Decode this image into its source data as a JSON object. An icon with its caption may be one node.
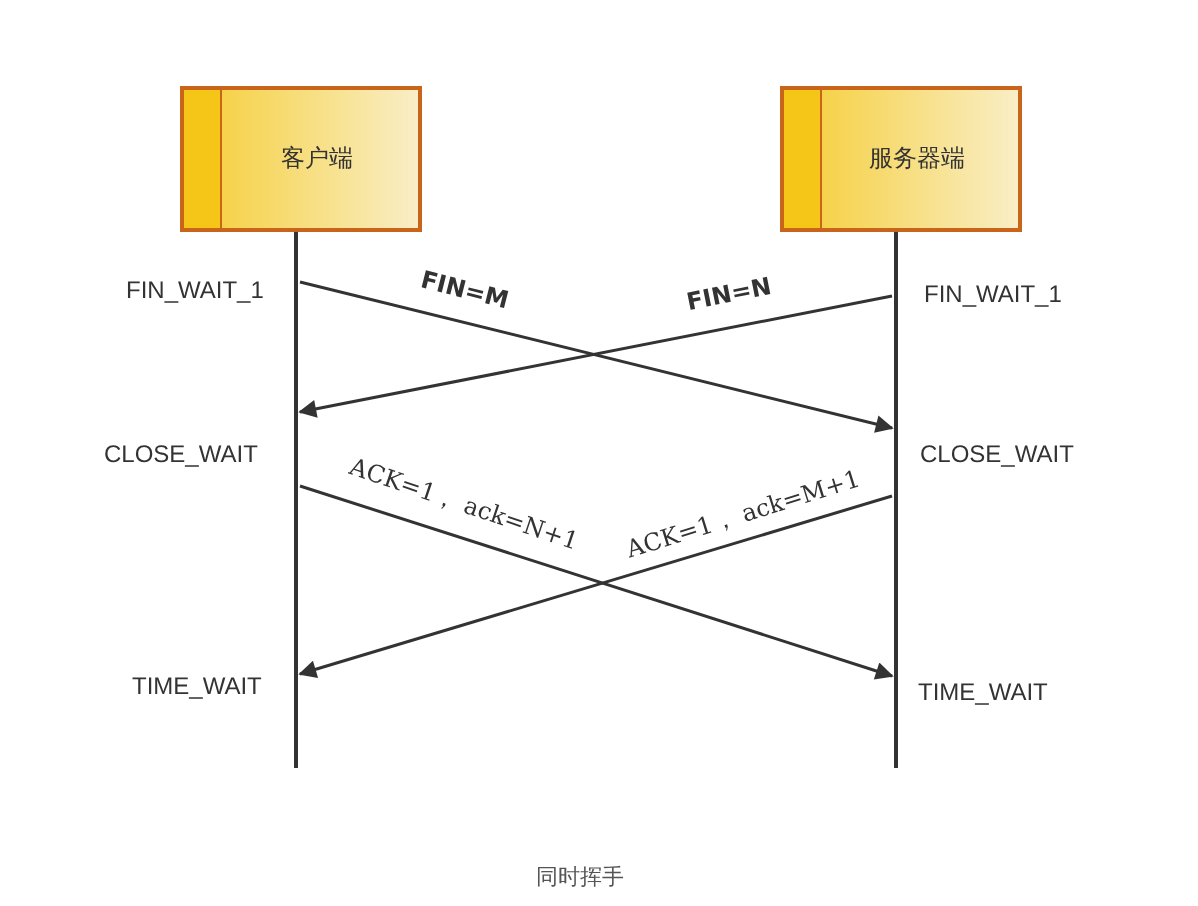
{
  "diagram": {
    "caption": "同时挥手",
    "nodes": [
      {
        "text": [
          "客户端"
        ]
      },
      {
        "text": [
          "服务器端"
        ]
      },
      {
        "text": [],
        "shape": "line"
      },
      {
        "text": [],
        "shape": "line"
      }
    ],
    "edges": [
      {
        "from": 2,
        "to": 3,
        "arrow": "to",
        "label": "FIN=M"
      },
      {
        "from": 3,
        "to": 2,
        "arrow": "to",
        "label": "FIN=N"
      },
      {
        "from": 2,
        "to": 3,
        "arrow": "to",
        "label": "ACK=1， ack=N+1"
      },
      {
        "from": 3,
        "to": 2,
        "arrow": "to",
        "label": "ACK=1， ack=M+1"
      }
    ],
    "labels": [
      "FIN_WAIT_1",
      "FIN_WAIT_1",
      "CLOSE_WAIT",
      "CLOSE_WAIT",
      "TIME_WAIT",
      "TIME_WAIT"
    ]
  }
}
